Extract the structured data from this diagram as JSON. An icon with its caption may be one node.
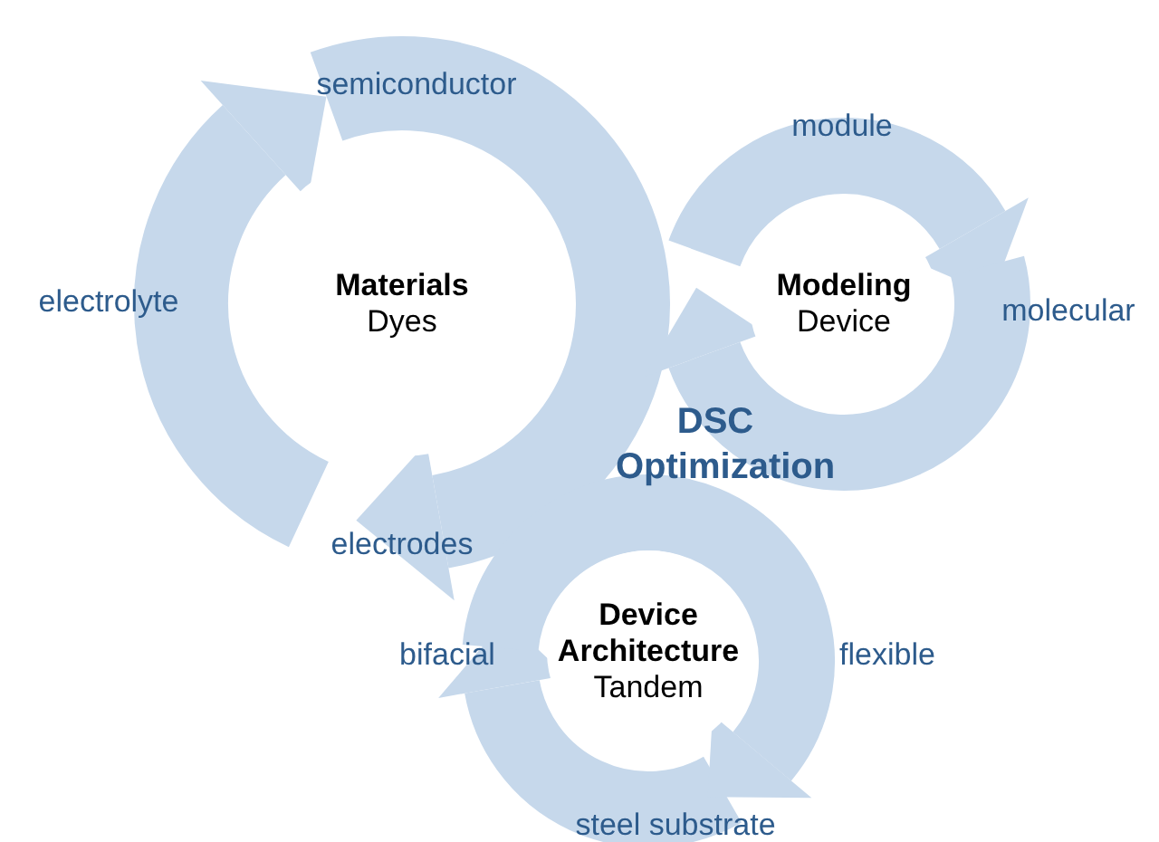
{
  "diagram": {
    "nodes": [
      {
        "text": [
          "Materials",
          "Dyes"
        ]
      },
      {
        "text": [
          "Modeling",
          "Device"
        ]
      },
      {
        "text": [
          "Device Architecture",
          "Tandem"
        ]
      }
    ],
    "labels": [
      "semiconductor",
      "module",
      "electrolyte",
      "molecular",
      "DSC Optimization",
      "electrodes",
      "bifacial",
      "flexible",
      "steel substrate"
    ]
  }
}
